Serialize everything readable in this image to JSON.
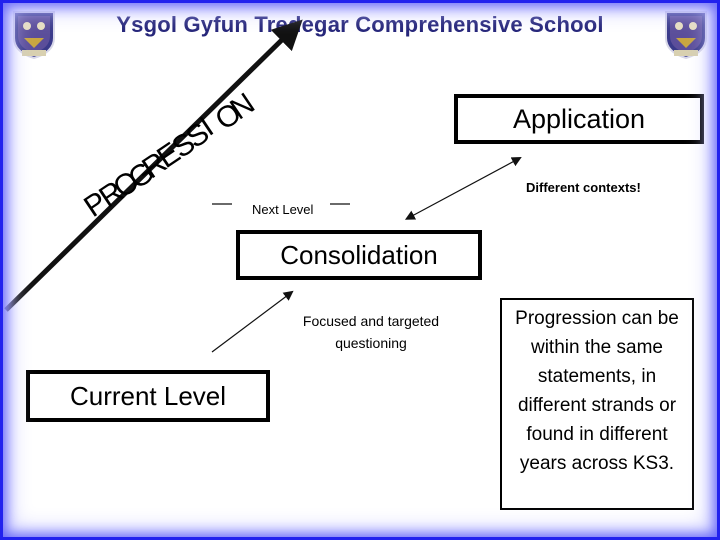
{
  "header": {
    "title": "Ysgol Gyfun Tredegar Comprehensive School"
  },
  "progression_word": {
    "letters": [
      "P",
      "R",
      "O",
      "G",
      "R",
      "E",
      "S",
      "S",
      "I",
      "O",
      "N"
    ]
  },
  "boxes": {
    "application": "Application",
    "consolidation": "Consolidation",
    "current_level": "Current Level",
    "note": "Progression can be within the same statements, in different strands or found in different years across KS3."
  },
  "labels": {
    "next_level": "Next Level",
    "different_contexts": "Different contexts!",
    "focused": "Focused and targeted questioning"
  },
  "colors": {
    "header_text": "#252579",
    "frame": "#2222ee",
    "arrow": "#111111"
  },
  "icons": {
    "crest": "school-crest-icon"
  }
}
